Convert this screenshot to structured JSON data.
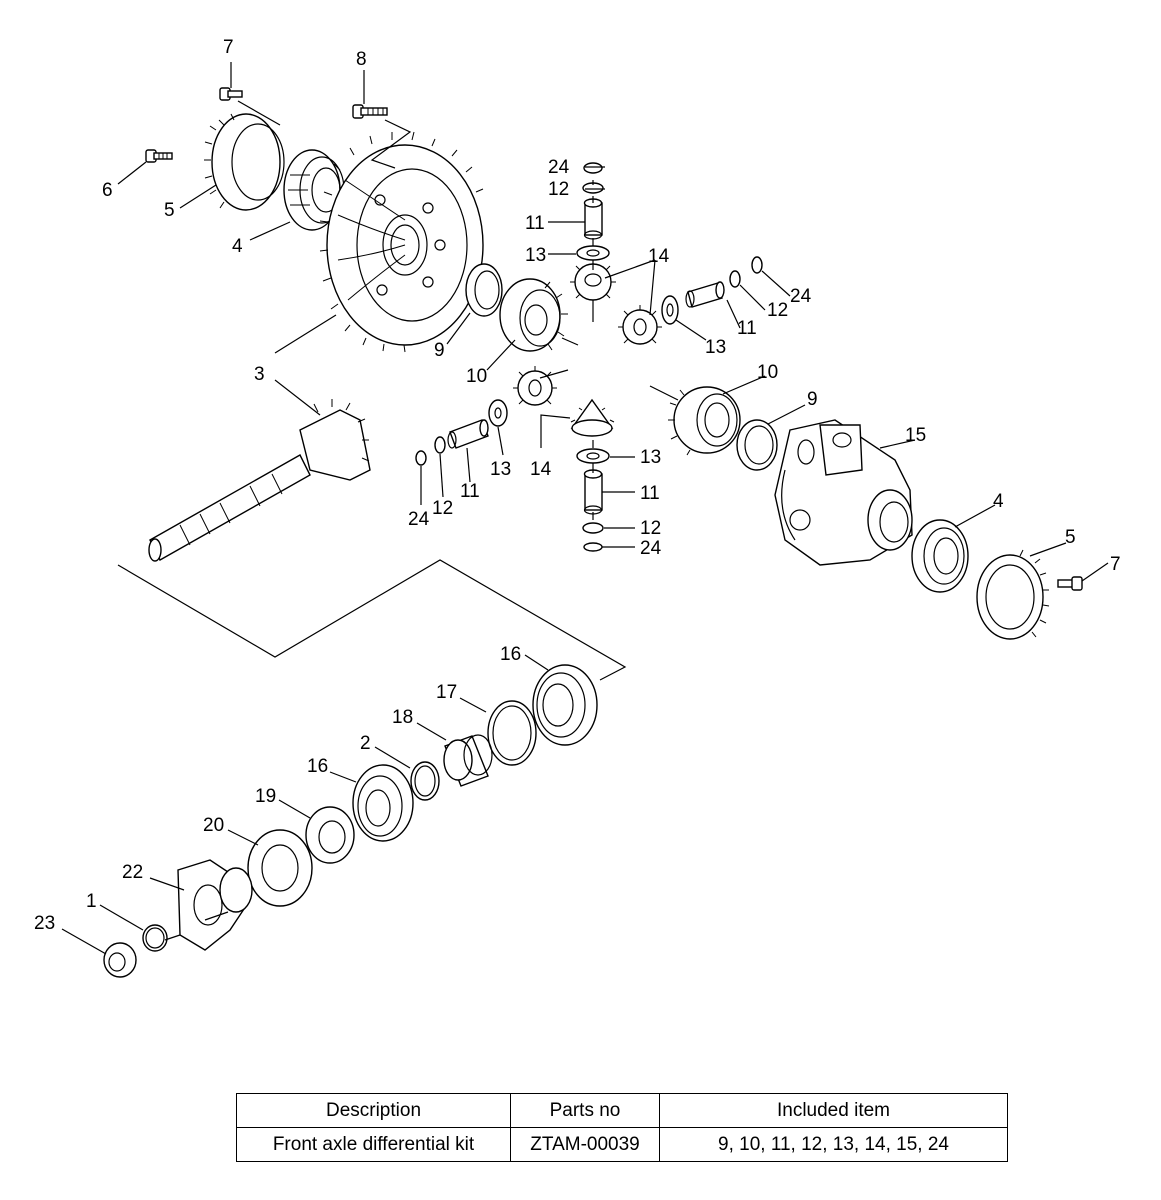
{
  "diagram": {
    "callouts": [
      "1",
      "2",
      "3",
      "4",
      "5",
      "6",
      "7",
      "8",
      "9",
      "10",
      "11",
      "12",
      "13",
      "14",
      "15",
      "16",
      "17",
      "18",
      "19",
      "20",
      "22",
      "23",
      "24"
    ]
  },
  "table": {
    "headers": [
      "Description",
      "Parts no",
      "Included item"
    ],
    "rows": [
      {
        "description": "Front axle differential kit",
        "parts_no": "ZTAM-00039",
        "included": "9, 10, 11, 12, 13, 14, 15, 24"
      }
    ]
  }
}
